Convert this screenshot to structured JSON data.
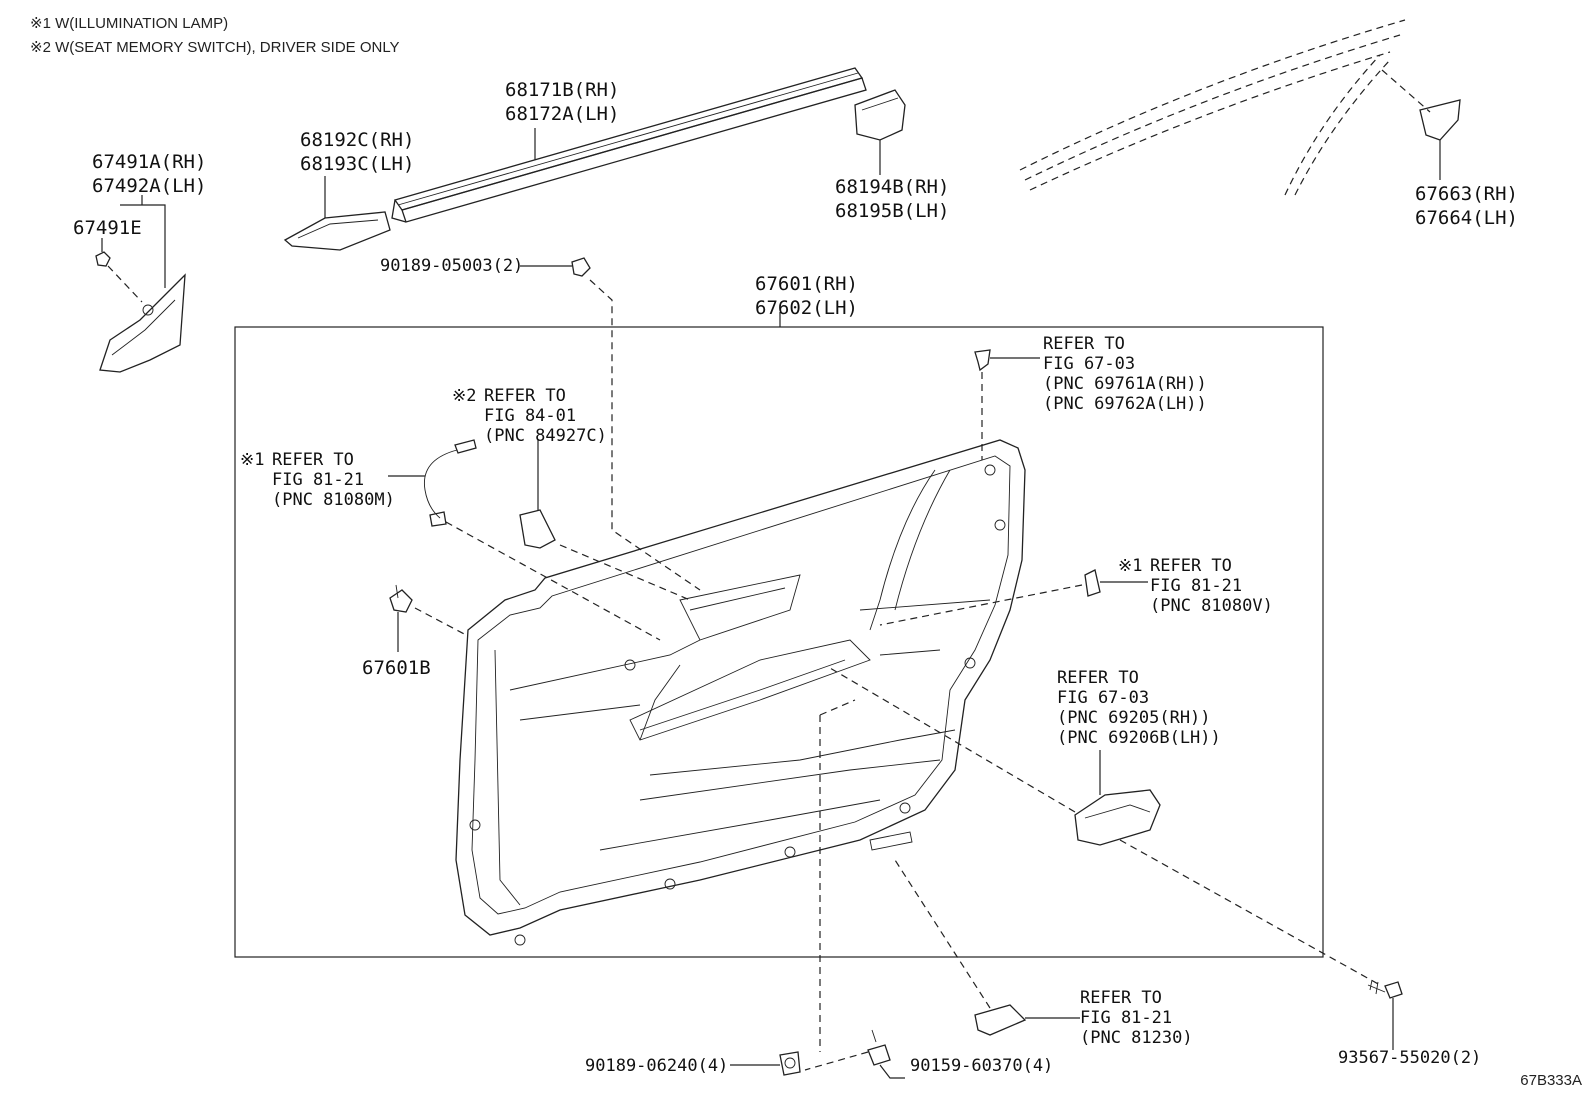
{
  "notes": {
    "note1": "※1 W(ILLUMINATION LAMP)",
    "note2": "※2 W(SEAT MEMORY SWITCH), DRIVER SIDE ONLY"
  },
  "labels": {
    "p67491a": "67491A(RH)",
    "p67492a": "67492A(LH)",
    "p67491e": "67491E",
    "p68192c": "68192C(RH)",
    "p68193c": "68193C(LH)",
    "p68171b": "68171B(RH)",
    "p68172a": "68172A(LH)",
    "p68194b": "68194B(RH)",
    "p68195b": "68195B(LH)",
    "p67663": "67663(RH)",
    "p67664": "67664(LH)",
    "p90189_05003": "90189-05003(2)",
    "p67601": "67601(RH)",
    "p67602": "67602(LH)",
    "p67601b": "67601B",
    "p90189_06240": "90189-06240(4)",
    "p90159_60370": "90159-60370(4)",
    "p93567_55020": "93567-55020(2)"
  },
  "refs": {
    "r1": "REFER TO\nFIG 67-03\n(PNC 69761A(RH))\n(PNC 69762A(LH))",
    "r2_mark": "※2",
    "r2": "REFER TO\nFIG 84-01\n(PNC 84927C)",
    "r3_mark": "※1",
    "r3": "REFER TO\nFIG 81-21\n(PNC 81080M)",
    "r4_mark": "※1",
    "r4": "REFER TO\nFIG 81-21\n(PNC 81080V)",
    "r5": "REFER TO\nFIG 67-03\n(PNC 69205(RH))\n(PNC 69206B(LH))",
    "r6": "REFER TO\nFIG 81-21\n(PNC 81230)"
  },
  "figure_code": "67B333A"
}
